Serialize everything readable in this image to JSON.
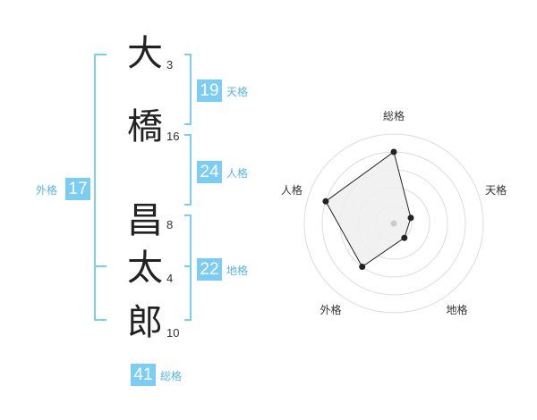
{
  "name_chars": [
    {
      "char": "大",
      "strokes": "3"
    },
    {
      "char": "橋",
      "strokes": "16"
    },
    {
      "char": "昌",
      "strokes": "8"
    },
    {
      "char": "太",
      "strokes": "4"
    },
    {
      "char": "郎",
      "strokes": "10"
    }
  ],
  "kaku": {
    "tenkaku": {
      "label": "天格",
      "value": "19"
    },
    "jinkaku": {
      "label": "人格",
      "value": "24"
    },
    "chikaku": {
      "label": "地格",
      "value": "22"
    },
    "gaikaku": {
      "label": "外格",
      "value": "17"
    },
    "soukaku": {
      "label": "総格",
      "value": "41"
    }
  },
  "chart_data": {
    "type": "radar",
    "axes": [
      "総格",
      "天格",
      "地格",
      "外格",
      "人格"
    ],
    "values": [
      4,
      1,
      1,
      3,
      4
    ],
    "max": 5,
    "rings": 5,
    "colors": {
      "fill": "#efefef",
      "line": "#222222",
      "ring": "#dddddd",
      "center": "#cccccc"
    }
  },
  "colors": {
    "accent": "#7ccdf4",
    "label": "#5ab4e2"
  }
}
